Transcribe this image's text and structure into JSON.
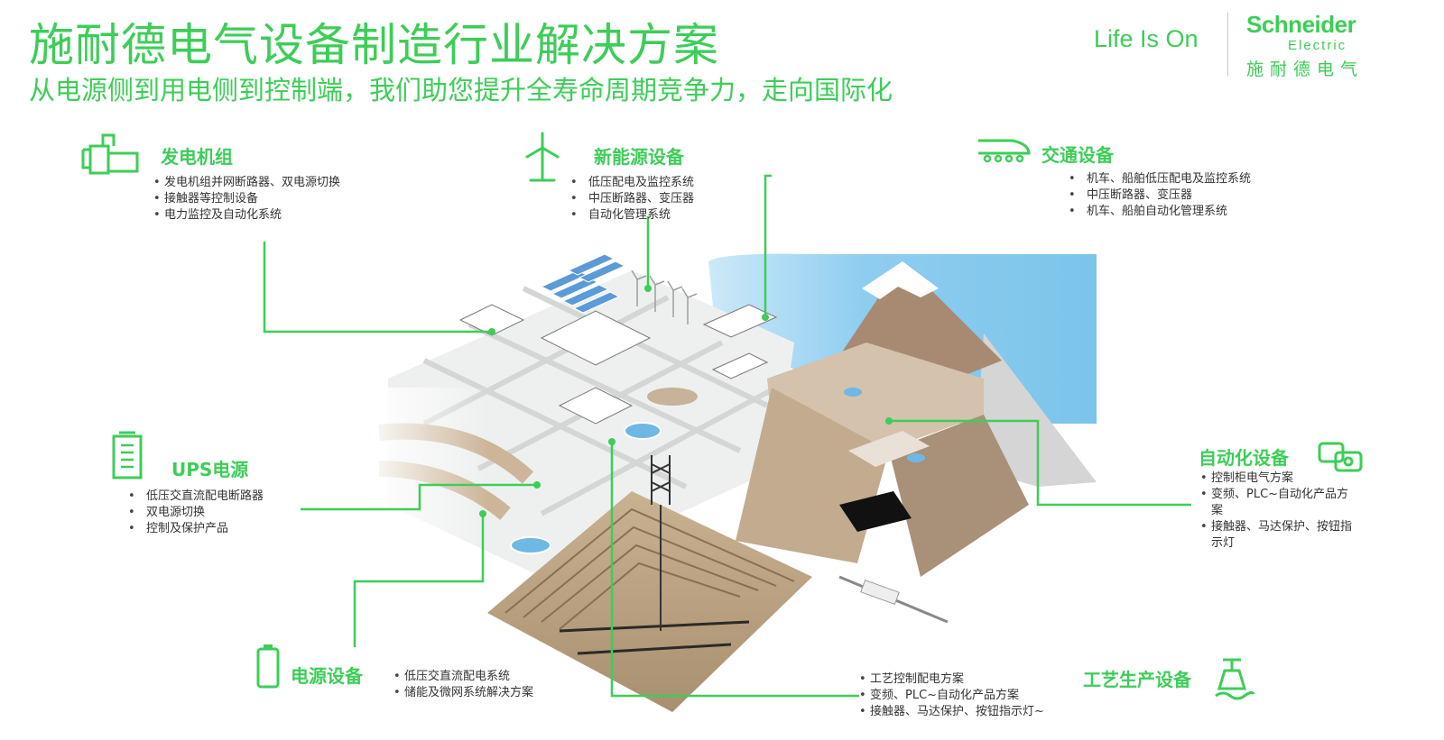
{
  "header": {
    "title": "施耐德电气设备制造行业解决方案",
    "subtitle": "从电源侧到用电侧到控制端，我们助您提升全寿命周期竞争力，走向国际化",
    "tagline": "Life Is On"
  },
  "logo": {
    "brand": "Schneider",
    "sub": "Electric",
    "cn": "施耐德电气"
  },
  "sections": {
    "generator": {
      "title": "发电机组",
      "icon": "generator-icon",
      "items": [
        "发电机组并网断路器、双电源切换",
        "接触器等控制设备",
        "电力监控及自动化系统"
      ]
    },
    "new_energy": {
      "title": "新能源设备",
      "icon": "wind-turbine-icon",
      "items": [
        "低压配电及监控系统",
        "中压断路器、变压器",
        "自动化管理系统"
      ]
    },
    "transport": {
      "title": "交通设备",
      "icon": "train-icon",
      "items": [
        "机车、船舶低压配电及监控系统",
        "中压断路器、变压器",
        "机车、船舶自动化管理系统"
      ]
    },
    "ups": {
      "title": "UPS电源",
      "icon": "ups-icon",
      "items": [
        "低压交直流配电断路器",
        "双电源切换",
        "控制及保护产品"
      ]
    },
    "automation": {
      "title": "自动化设备",
      "icon": "automation-icon",
      "items": [
        "控制柜电气方案",
        "变频、PLC~自动化产品方案",
        "接触器、马达保护、按钮指示灯"
      ]
    },
    "power": {
      "title": "电源设备",
      "icon": "battery-icon",
      "items": [
        "低压交直流配电系统",
        "储能及微网系统解决方案"
      ]
    },
    "process": {
      "title": "工艺生产设备",
      "icon": "process-icon",
      "items": [
        "工艺控制配电方案",
        "变频、PLC~自动化产品方案",
        "接触器、马达保护、按钮指示灯~"
      ]
    }
  },
  "colors": {
    "accent": "#3dcd58",
    "text": "#333333",
    "sky": "#7cc4ea",
    "mountain": "#b49a80",
    "snow": "#ffffff"
  }
}
